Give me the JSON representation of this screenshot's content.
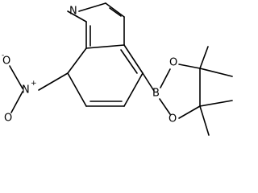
{
  "structure": {
    "atoms": {
      "ring_nitrogen": "N",
      "nitro_nitrogen": "N",
      "nitro_oxygen_double": "O",
      "nitro_oxygen_single": "O",
      "boron": "B",
      "dioxaborolane_oxygen_top": "O",
      "dioxaborolane_oxygen_bottom": "O"
    },
    "charges": {
      "nitro_nitrogen": "+",
      "nitro_oxygen_single": "-"
    }
  }
}
